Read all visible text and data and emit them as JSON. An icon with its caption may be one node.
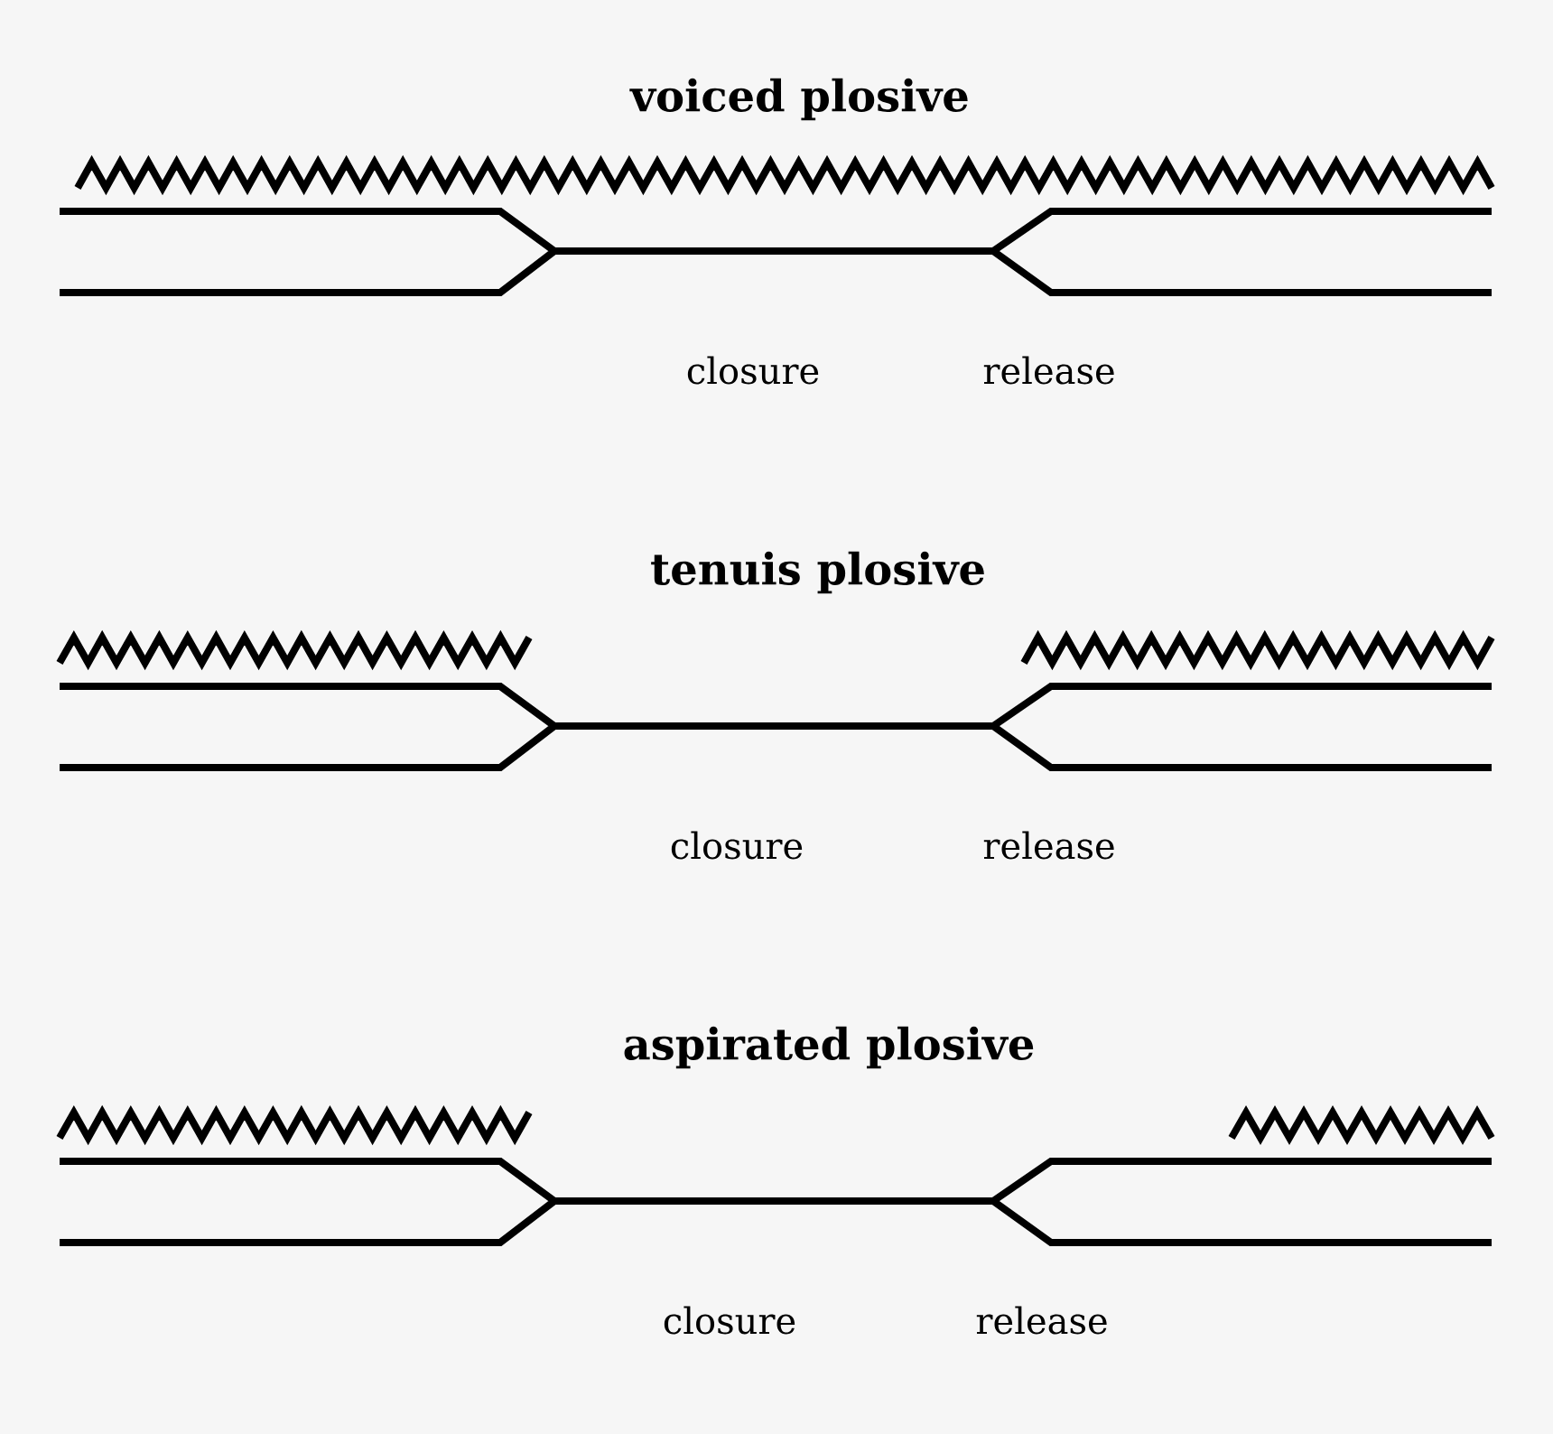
{
  "diagram": {
    "labels": [
      "voiced plosive",
      "closure",
      "release",
      "tenuis plosive",
      "closure",
      "release",
      "aspirated plosive",
      "closure",
      "release"
    ]
  }
}
